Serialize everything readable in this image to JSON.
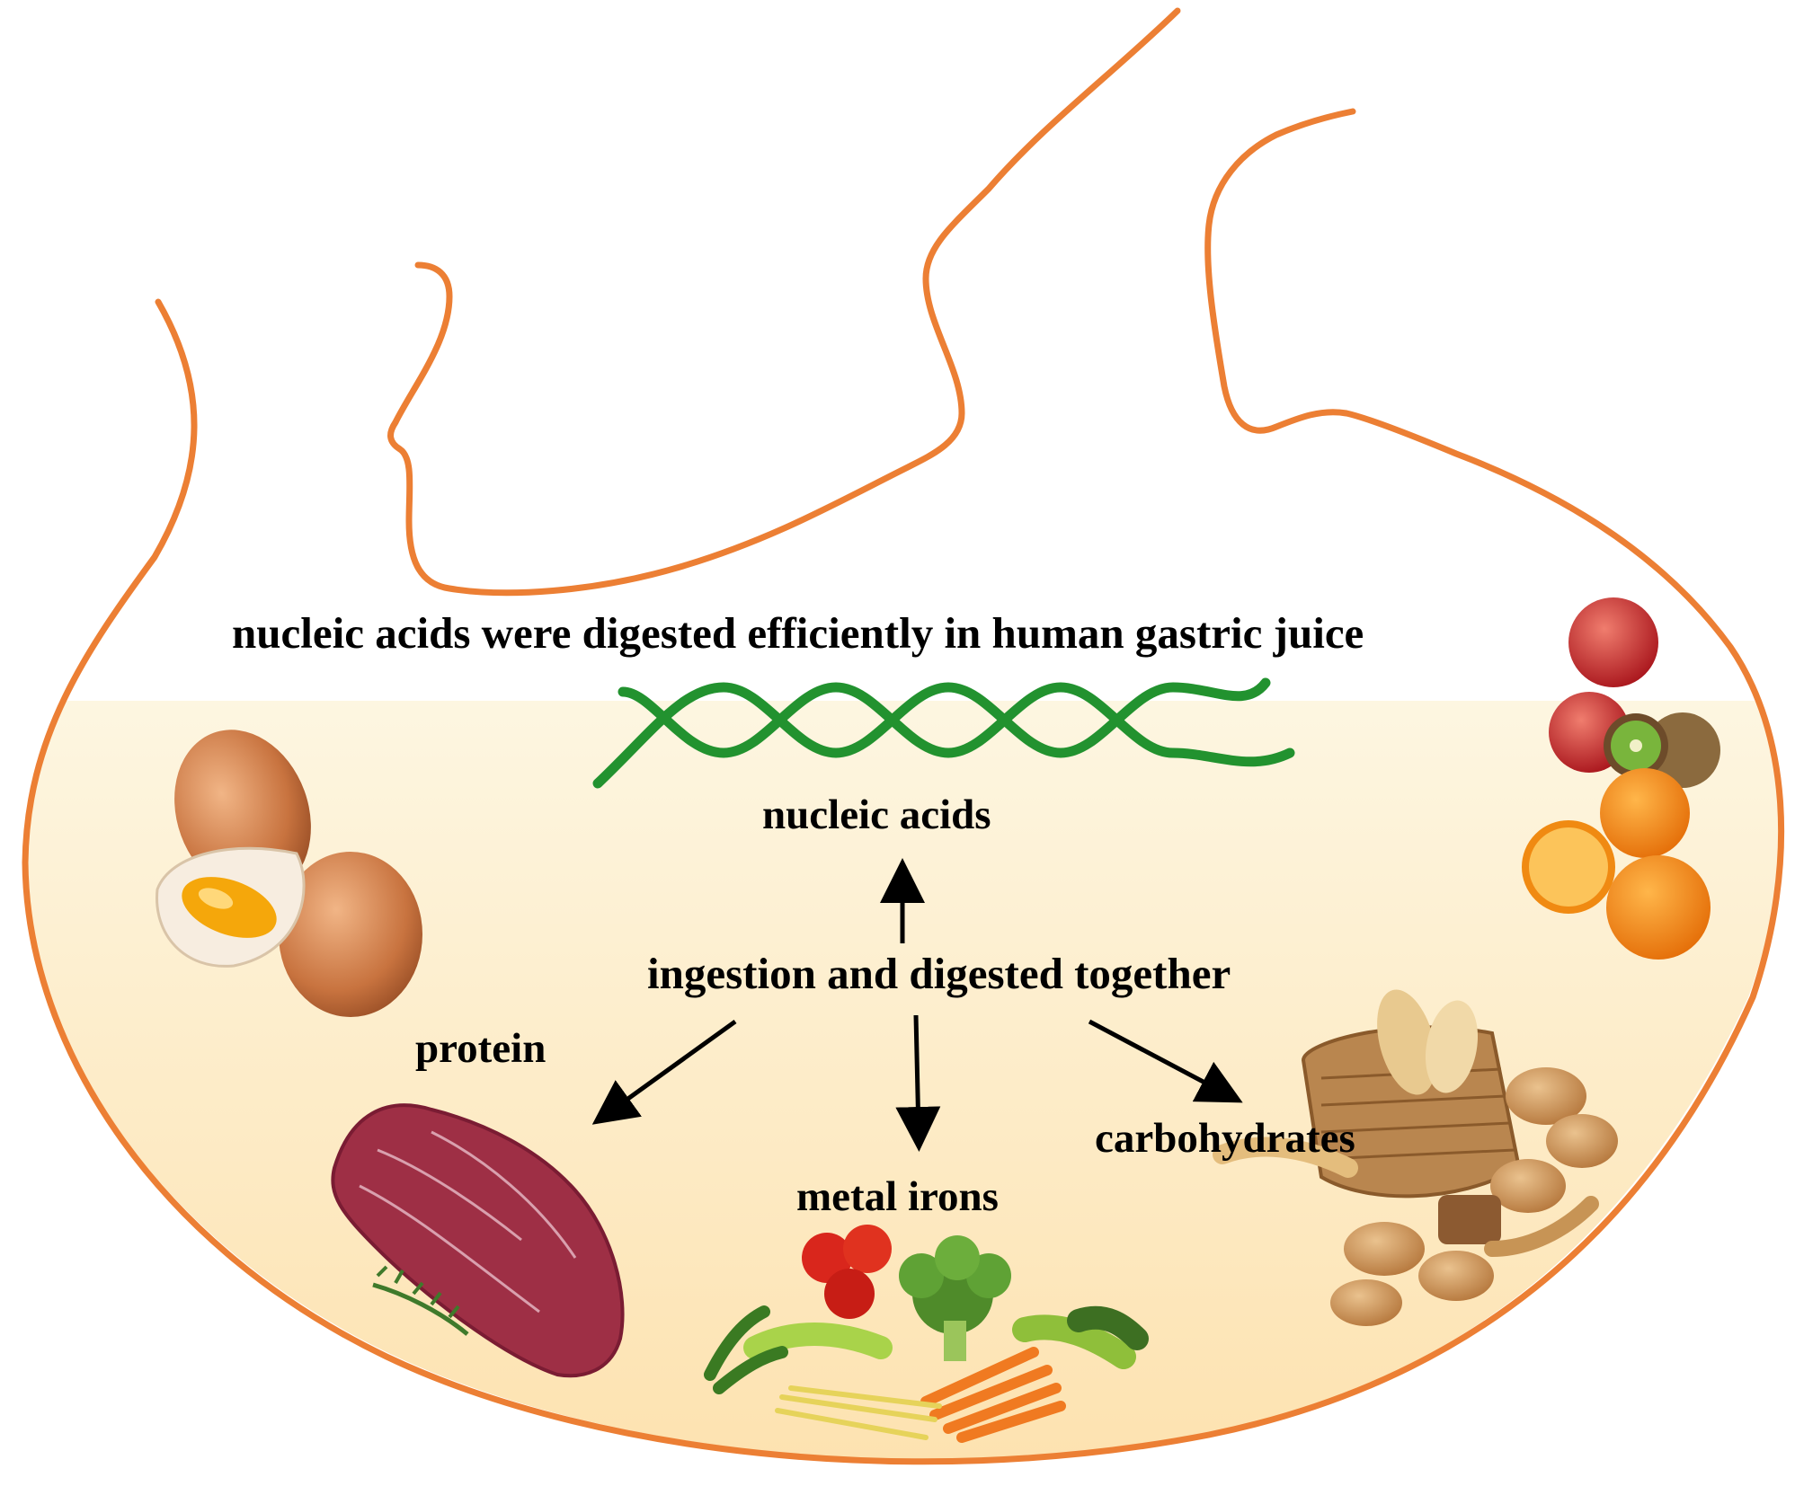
{
  "labels": {
    "title": "nucleic acids were digested efficiently in human gastric juice",
    "nucleic_acids": "nucleic acids",
    "ingestion": "ingestion and digested together",
    "protein": "protein",
    "metal_irons": "metal irons",
    "carbohydrates": "carbohydrates"
  },
  "colors": {
    "stomach_outline": "#ec7f34",
    "gastric_fill_top": "#fdf6e1",
    "gastric_fill_bottom": "#fde4b5",
    "dna_strand": "#22922f",
    "arrow": "#000000"
  },
  "illustrations": [
    "eggs-illustration",
    "fruit-illustration",
    "meat-illustration",
    "vegetables-illustration",
    "bread-basket-illustration"
  ]
}
